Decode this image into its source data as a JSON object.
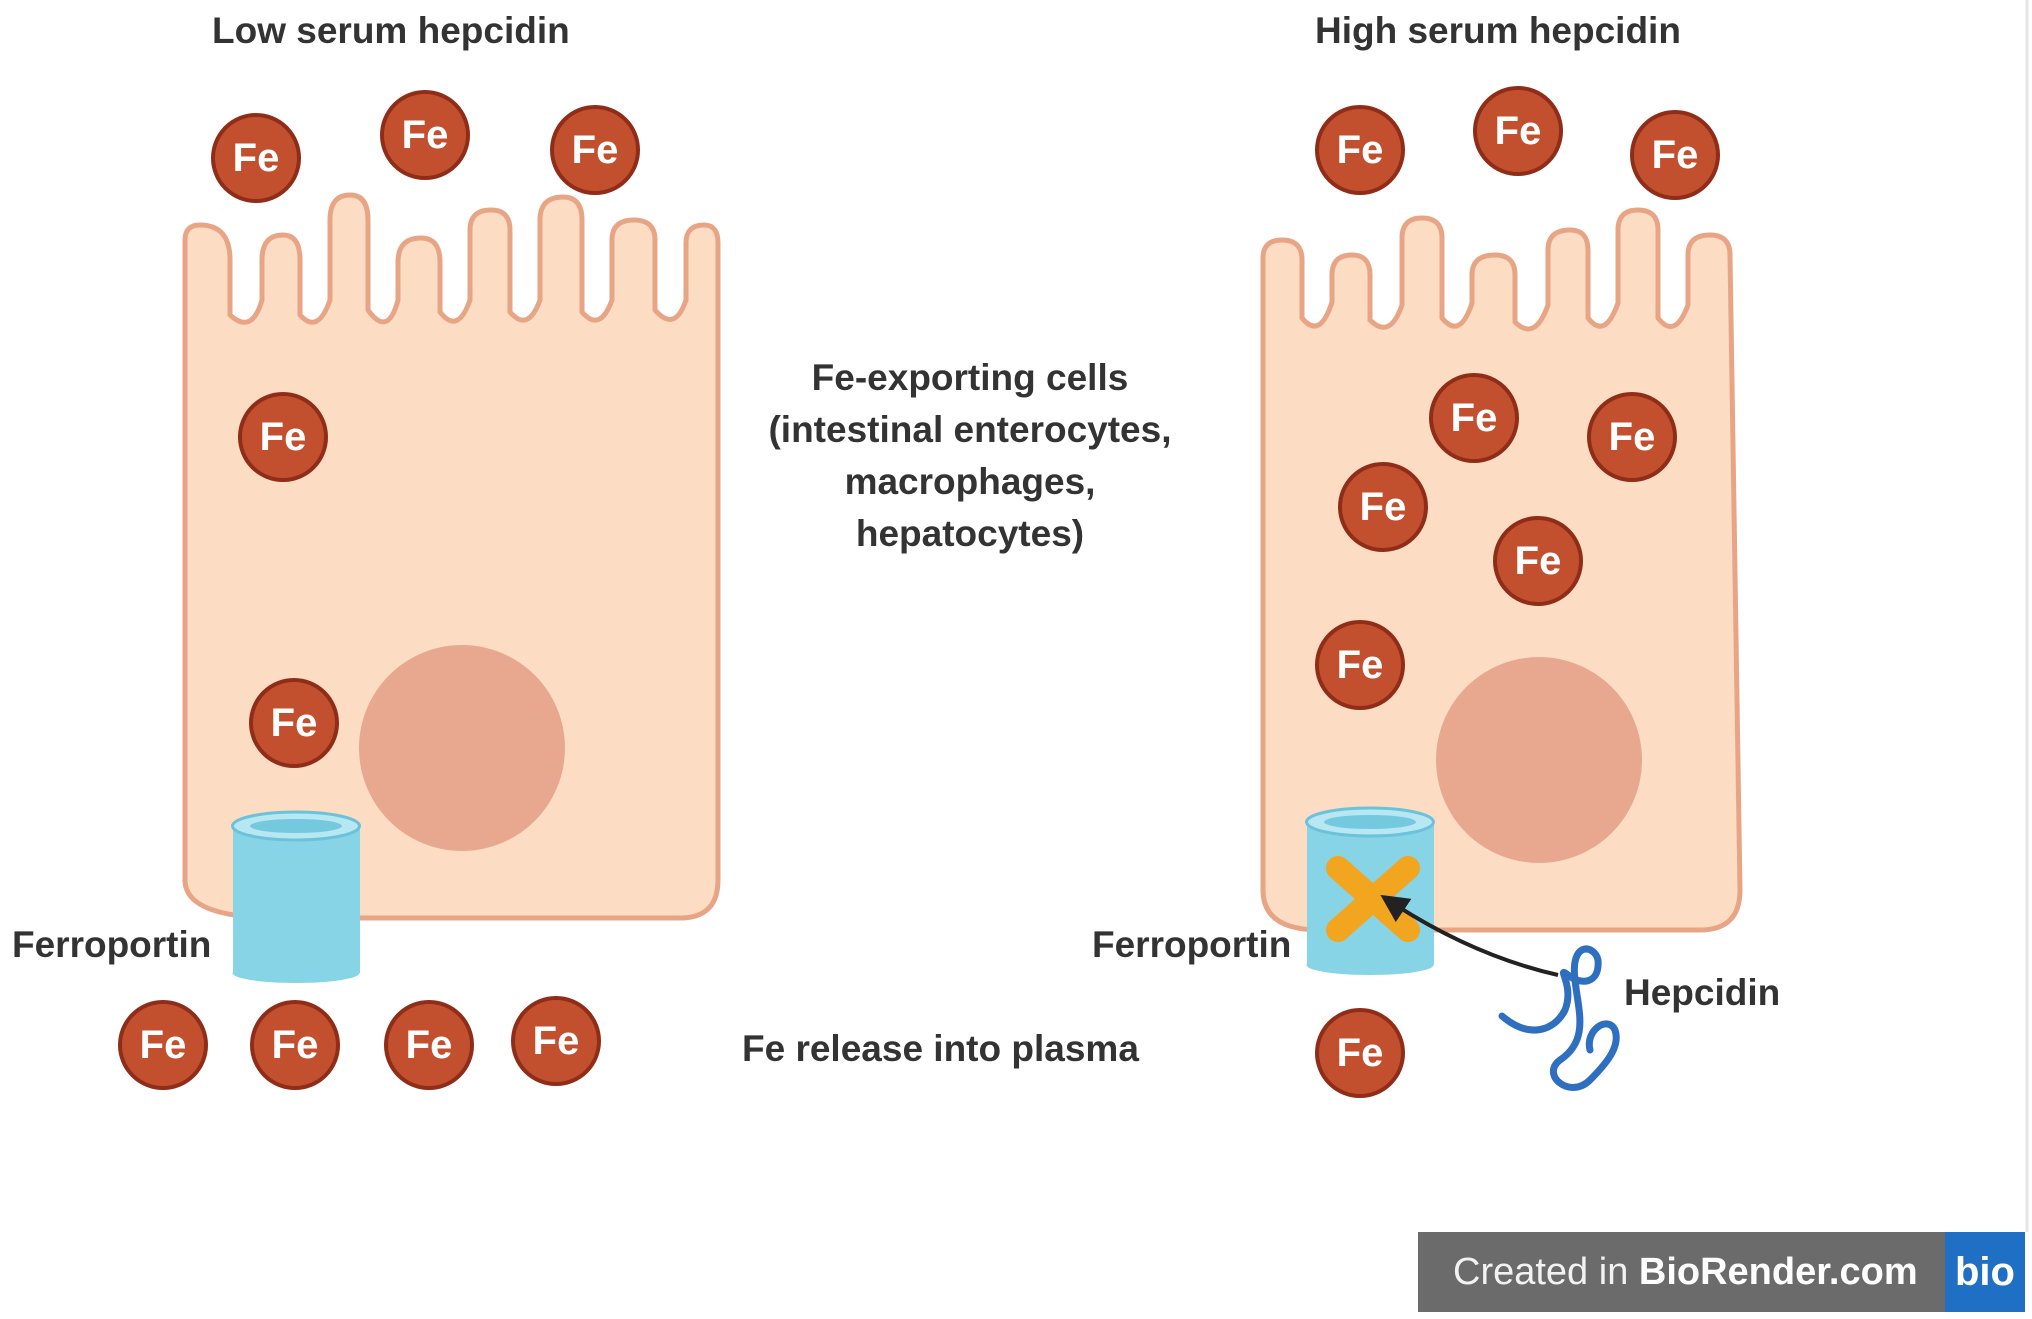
{
  "panels": {
    "left": {
      "title": "Low serum hepcidin",
      "ferroportin_label": "Ferroportin"
    },
    "right": {
      "title": "High serum hepcidin",
      "ferroportin_label": "Ferroportin",
      "hepcidin_label": "Hepcidin"
    }
  },
  "center": {
    "line1": "Fe-exporting cells",
    "line2": "(intestinal enterocytes,",
    "line3": "macrophages,",
    "line4": "hepatocytes)",
    "release_label": "Fe release into plasma"
  },
  "iron_label": "Fe",
  "badge": {
    "prefix": "Created in ",
    "brand": "BioRender.com",
    "logo": "bio"
  },
  "colors": {
    "cell_fill": "#fddcc4",
    "cell_outline": "#e8a585",
    "nucleus": "#e8a890",
    "iron_fill": "#c2502f",
    "iron_border": "#8f2d18",
    "ferroportin": "#86d4e6",
    "block_x": "#f2a51e",
    "hepcidin": "#2f6fc0"
  }
}
